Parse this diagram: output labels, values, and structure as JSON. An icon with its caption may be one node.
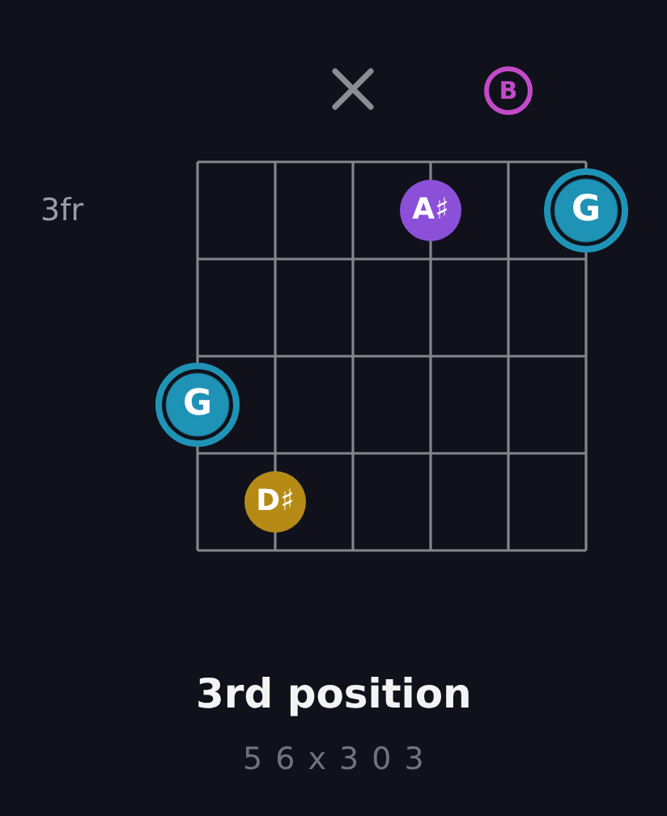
{
  "diagram": {
    "title": "3rd position",
    "caption": "5 6 x 3 0 3",
    "nodes": [
      {
        "text": [],
        "shape": "cross"
      },
      {
        "text": [
          "B"
        ]
      },
      {
        "text": [
          "A♯"
        ]
      },
      {
        "text": [
          "G"
        ]
      },
      {
        "text": [
          "G"
        ]
      },
      {
        "text": [
          "D♯"
        ]
      }
    ],
    "labels": [
      "3fr"
    ]
  }
}
